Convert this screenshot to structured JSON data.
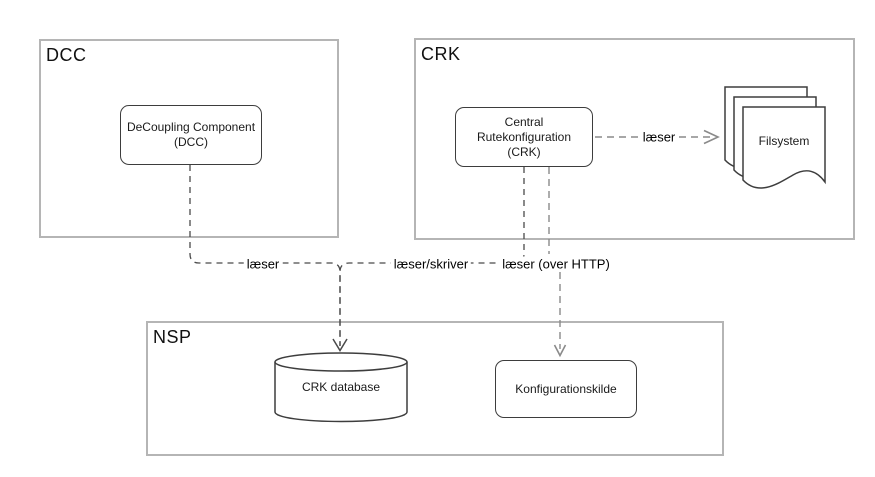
{
  "diagram": {
    "containers": [
      {
        "label": "DCC"
      },
      {
        "label": "CRK"
      },
      {
        "label": "NSP"
      }
    ],
    "nodes": [
      {
        "name": "decoupling-component",
        "lines": [
          "DeCoupling Component",
          "(DCC)"
        ]
      },
      {
        "name": "central-rutekonfiguration",
        "lines": [
          "Central",
          "Rutekonfiguration",
          "(CRK)"
        ]
      },
      {
        "name": "filsystem",
        "lines": [
          "Filsystem"
        ]
      },
      {
        "name": "crk-database",
        "lines": [
          "CRK database"
        ]
      },
      {
        "name": "konfigurationskilde",
        "lines": [
          "Konfigurationskilde"
        ]
      }
    ],
    "edges": [
      {
        "from": "DeCoupling Component (DCC)",
        "to": "CRK database",
        "label": "læser",
        "style": "dashed-dark-arrow"
      },
      {
        "from": "Central Rutekonfiguration (CRK)",
        "to": "CRK database",
        "label": "læser/skriver",
        "style": "dashed-dark-arrow"
      },
      {
        "from": "Central Rutekonfiguration (CRK)",
        "to": "Konfigurationskilde",
        "label": "læser (over HTTP)",
        "style": "dashed-grey-arrow"
      },
      {
        "from": "Central Rutekonfiguration (CRK)",
        "to": "Filsystem",
        "label": "læser",
        "style": "dashed-grey-arrow"
      }
    ]
  },
  "colors": {
    "background": "#ffffff",
    "container_border": "#b5b5b5",
    "node_border": "#3d3d3d",
    "edge_dark": "#4a4a4a",
    "edge_grey": "#8a8a8a",
    "text": "#1a1a1a"
  }
}
